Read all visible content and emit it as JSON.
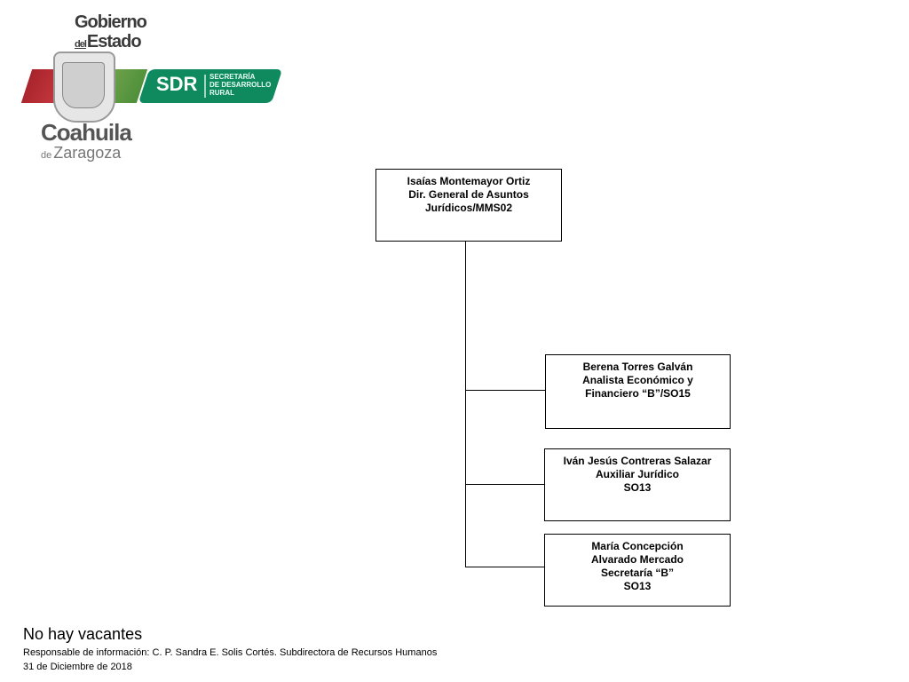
{
  "logo": {
    "gob_line1": "Gobierno",
    "gob_line2_small": "del",
    "gob_line2": "Estado",
    "coahuila": "Coahuila",
    "de": "de",
    "zaragoza": "Zaragoza",
    "sdr": "SDR",
    "sdr_sub": [
      "SECRETARÍA",
      "DE DESARROLLO",
      "RURAL"
    ]
  },
  "org": {
    "root": {
      "lines": [
        "Isaías Montemayor Ortiz",
        "Dir. General de  Asuntos",
        "Jurídicos/MMS02"
      ]
    },
    "children": [
      {
        "lines": [
          "Berena Torres Galván",
          "Analista Económico y",
          "Financiero “B”/SO15"
        ]
      },
      {
        "lines": [
          "Iván Jesús Contreras Salazar",
          "Auxiliar Jurídico",
          "SO13"
        ]
      },
      {
        "lines": [
          "María Concepción",
          "Alvarado Mercado",
          "Secretaría “B”",
          "SO13"
        ]
      }
    ]
  },
  "footer": {
    "vacantes": "No  hay vacantes",
    "responsable": "Responsable de información: C. P. Sandra E. Solis Cortés. Subdirectora de Recursos Humanos",
    "fecha": "31 de Diciembre de 2018"
  }
}
